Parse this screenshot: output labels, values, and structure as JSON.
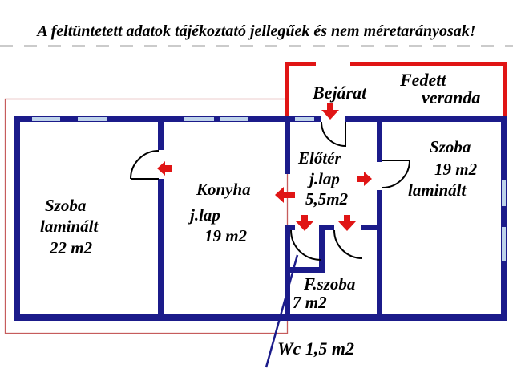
{
  "disclaimer": "A feltüntetett adatok tájékoztató jellegűek és nem méretarányosak!",
  "outdoor": {
    "entrance_label": "Bejárat",
    "veranda_line1": "Fedett",
    "veranda_line2": "veranda"
  },
  "rooms": {
    "szoba_left": {
      "name": "Szoba",
      "floor": "laminált",
      "area": "22 m2"
    },
    "konyha": {
      "name": "Konyha",
      "floor": "j.lap",
      "area": "19 m2"
    },
    "eloter": {
      "name": "Előtér",
      "floor": "j.lap",
      "area": "5,5m2"
    },
    "szoba_right": {
      "name": "Szoba",
      "area": "19 m2",
      "floor": "laminált"
    },
    "fszoba": {
      "name": "F.szoba",
      "area": "7 m2"
    },
    "wc": {
      "label": "Wc 1,5 m2"
    }
  },
  "colors": {
    "wall": "#1b1b8a",
    "window": "#bed3ea",
    "veranda_red": "#e01515",
    "thin_border_red": "#c65c5c",
    "text": "#000000"
  }
}
